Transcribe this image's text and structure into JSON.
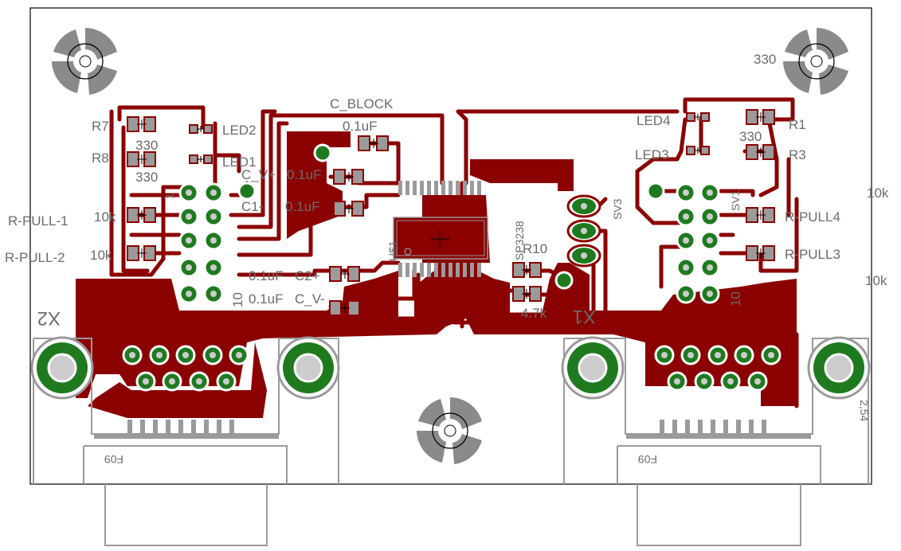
{
  "colors": {
    "copper": "#8b0000",
    "pad": "#1f7a1f",
    "smd": "#9a9a9a",
    "silkscreen": "#6b6b6b",
    "hole": "#8a8a8a",
    "outline": "#000000"
  },
  "labels": {
    "c_block": "C_BLOCK",
    "c_block_val": "0.1uF",
    "c_v_plus": "C_V+",
    "c_v_plus_val": "0.1uF",
    "c1_minus": "C1-",
    "c1_minus_val": "0.1uF",
    "c2_plus_val": "0.1uF",
    "c2_plus": "C2+",
    "c_v_minus_val": "0.1uF",
    "c_v_minus": "C_V-",
    "r7": "R7",
    "r7_val": "330",
    "r8": "R8",
    "r8_val": "330",
    "led2": "LED2",
    "led1": "LED1",
    "r_pull_1": "R-PULL-1",
    "r_pull_1_val": "10k",
    "r_pull_2": "R-PULL-2",
    "r_pull_2_val": "10k",
    "sv_left_1": "1",
    "sv_left_10": "10",
    "x2": "X2",
    "f09_left": "F09",
    "f09_right": "F09",
    "ic_name": "SP3238",
    "ic_ref": "U$1",
    "r10": "R10",
    "r10_val": "4.7k",
    "x1": "X1",
    "led4": "LED4",
    "led3": "LED3",
    "r1": "R1",
    "r1_val": "330",
    "r3": "R3",
    "r_pull4": "R-PULL4",
    "r_pull3": "R-PULL3",
    "sv1": "SV1",
    "sv_right_10": "10",
    "ten_k_right_top": "10k",
    "ten_k_right_bottom": "10k",
    "top_right_330": "330",
    "sv3": "SV3",
    "mount_label": "2,54"
  }
}
